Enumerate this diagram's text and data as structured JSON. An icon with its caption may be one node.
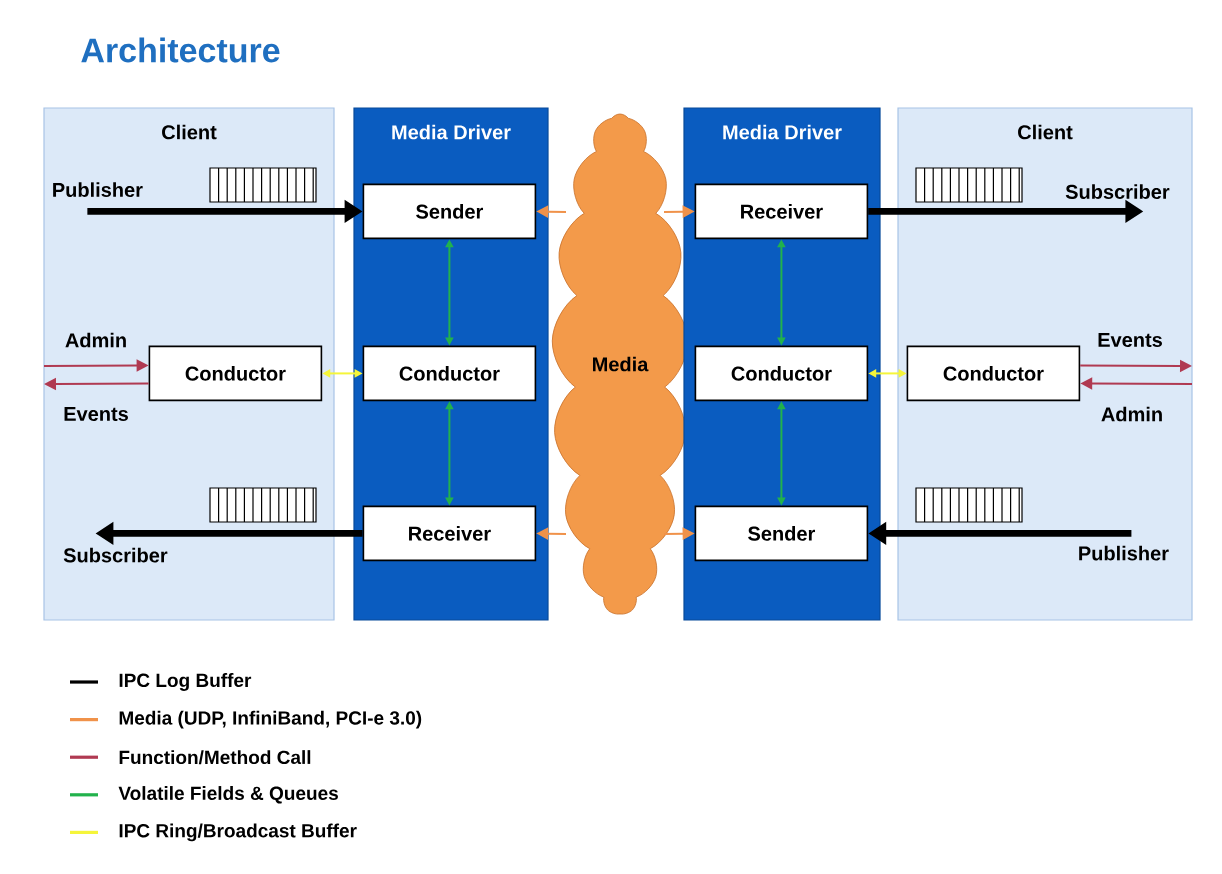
{
  "diagram": {
    "title": "Architecture",
    "nodes": [
      {
        "text": [
          "Client"
        ]
      },
      {
        "text": [
          "Media Driver"
        ]
      },
      {
        "text": [
          "Media"
        ]
      },
      {
        "text": [
          "Media Driver"
        ]
      },
      {
        "text": [
          "Client"
        ]
      },
      {
        "text": [
          "Publisher"
        ],
        "in": 0
      },
      {
        "text": [
          "Sender"
        ],
        "in": 1
      },
      {
        "text": [
          "Receiver"
        ],
        "in": 3
      },
      {
        "text": [
          "Subscriber"
        ],
        "in": 4
      },
      {
        "text": [
          "Conductor"
        ],
        "in": 0
      },
      {
        "text": [
          "Conductor"
        ],
        "in": 1
      },
      {
        "text": [
          "Conductor"
        ],
        "in": 3
      },
      {
        "text": [
          "Conductor"
        ],
        "in": 4
      },
      {
        "text": [
          "Receiver"
        ],
        "in": 1
      },
      {
        "text": [
          "Subscriber"
        ],
        "in": 0
      },
      {
        "text": [
          "Sender"
        ],
        "in": 3
      },
      {
        "text": [
          "Publisher"
        ],
        "in": 4
      }
    ],
    "edges": [
      {
        "from": 5,
        "to": 6,
        "arrow": "to",
        "style": "thick",
        "color": "#000000"
      },
      {
        "from": 7,
        "to": 8,
        "arrow": "to",
        "style": "thick",
        "color": "#000000"
      },
      {
        "from": 13,
        "to": 14,
        "arrow": "to",
        "style": "thick",
        "color": "#000000"
      },
      {
        "from": 16,
        "to": 15,
        "arrow": "to",
        "style": "thick",
        "color": "#000000"
      },
      {
        "from": 2,
        "to": 6,
        "arrow": "to",
        "color": "#f0924a"
      },
      {
        "from": 2,
        "to": 13,
        "arrow": "to",
        "color": "#f0924a"
      },
      {
        "from": 2,
        "to": 7,
        "arrow": "to",
        "color": "#f0924a"
      },
      {
        "from": 2,
        "to": 15,
        "arrow": "to",
        "color": "#f0924a"
      },
      {
        "from": 6,
        "to": 10,
        "arrow": "both",
        "color": "#22b24c"
      },
      {
        "from": 10,
        "to": 13,
        "arrow": "both",
        "color": "#22b24c"
      },
      {
        "from": 7,
        "to": 11,
        "arrow": "both",
        "color": "#22b24c"
      },
      {
        "from": 11,
        "to": 15,
        "arrow": "both",
        "color": "#22b24c"
      },
      {
        "from": 9,
        "to": 10,
        "arrow": "both",
        "color": "#f5f53a"
      },
      {
        "from": 12,
        "to": 11,
        "arrow": "both",
        "color": "#f5f53a"
      },
      {
        "from": null,
        "to": 9,
        "arrow": "to",
        "label": "Admin",
        "color": "#b03a52"
      },
      {
        "from": 9,
        "to": null,
        "arrow": "to",
        "label": "Events",
        "color": "#b03a52"
      },
      {
        "from": 12,
        "to": null,
        "arrow": "to",
        "label": "Events",
        "color": "#b03a52"
      },
      {
        "from": null,
        "to": 12,
        "arrow": "to",
        "label": "Admin",
        "color": "#b03a52"
      }
    ],
    "legend": [
      {
        "text": "IPC Log Buffer"
      },
      {
        "text": "Media (UDP, InfiniBand, PCI-e 3.0)"
      },
      {
        "text": "Function/Method Call"
      },
      {
        "text": "Volatile Fields & Queues"
      },
      {
        "text": "IPC Ring/Broadcast  Buffer"
      }
    ]
  }
}
